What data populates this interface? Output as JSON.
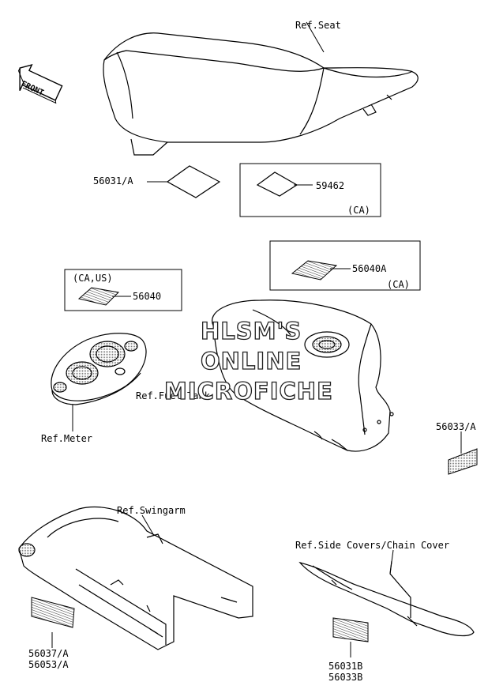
{
  "watermark": {
    "line1": "HLSM'S",
    "line2": "ONLINE",
    "line3": "MICROFICHE"
  },
  "front_arrow": {
    "label": "FRONT"
  },
  "references": {
    "seat": "Ref.Seat",
    "meter": "Ref.Meter",
    "fuel_tank": "Ref.Fuel Tank",
    "swingarm": "Ref.Swingarm",
    "side_covers": "Ref.Side Covers/Chain Cover"
  },
  "parts": {
    "p56031A": "56031/A",
    "p59462": "59462",
    "p59462_region": "(CA)",
    "p56040A": "56040A",
    "p56040A_region": "(CA)",
    "p56040": "56040",
    "p56040_region": "(CA,US)",
    "p56033A": "56033/A",
    "p56037A": "56037/A",
    "p56053A": "56053/A",
    "p56031B": "56031B",
    "p56033B": "56033B"
  },
  "colors": {
    "line": "#000000",
    "background": "#ffffff",
    "shade": "#bdbdbd"
  }
}
